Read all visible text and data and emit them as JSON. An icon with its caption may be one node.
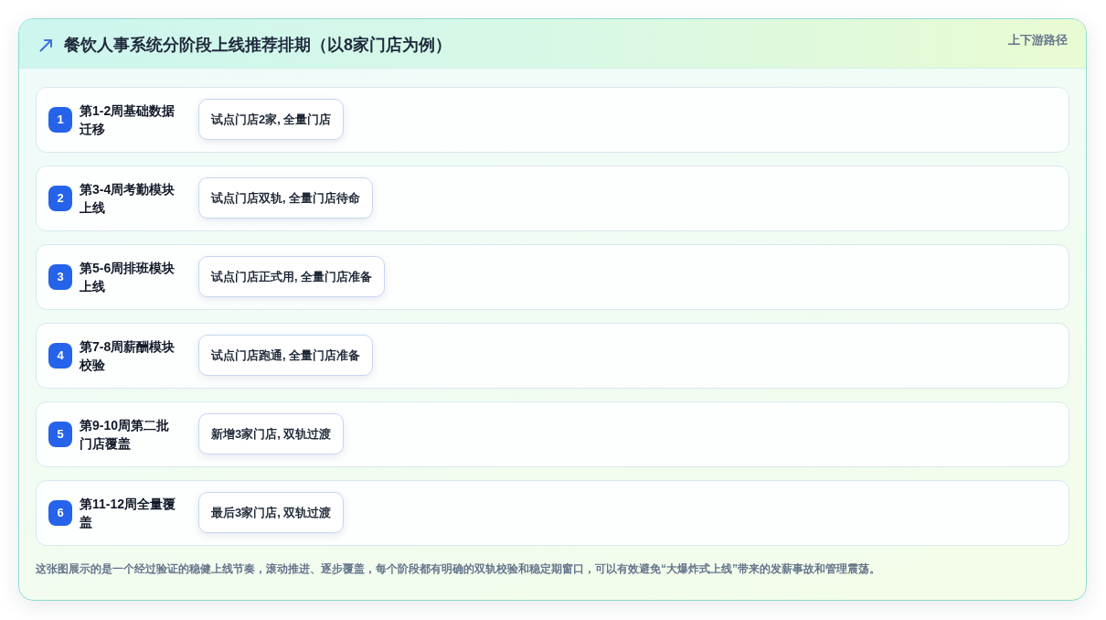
{
  "diagram": {
    "title": "餐饮人事系统分阶段上线推荐排期（以8家门店为例）",
    "nodes": [
      {
        "text": [
          "第1-2周基础数据迁移"
        ]
      },
      {
        "text": [
          "1"
        ],
        "in": 0
      },
      {
        "text": [
          "试点门店2家, 全量门店"
        ],
        "in": 0
      },
      {
        "text": [
          "第3-4周考勤模块上线"
        ]
      },
      {
        "text": [
          "2"
        ],
        "in": 3
      },
      {
        "text": [
          "试点门店双轨, 全量门店待命"
        ],
        "in": 3
      },
      {
        "text": [
          "第5-6周排班模块上线"
        ]
      },
      {
        "text": [
          "3"
        ],
        "in": 6
      },
      {
        "text": [
          "试点门店正式用, 全量门店准备"
        ],
        "in": 6
      },
      {
        "text": [
          "第7-8周薪酬模块校验"
        ]
      },
      {
        "text": [
          "4"
        ],
        "in": 9
      },
      {
        "text": [
          "试点门店跑通, 全量门店准备"
        ],
        "in": 9
      },
      {
        "text": [
          "第9-10周第二批门店覆盖"
        ]
      },
      {
        "text": [
          "5"
        ],
        "in": 12
      },
      {
        "text": [
          "新增3家门店, 双轨过渡"
        ],
        "in": 12
      },
      {
        "text": [
          "第11-12周全量覆盖"
        ]
      },
      {
        "text": [
          "6"
        ],
        "in": 15
      },
      {
        "text": [
          "最后3家门店, 双轨过渡"
        ],
        "in": 15
      }
    ],
    "labels": [
      "上下游路径"
    ],
    "caption": "这张图展示的是一个经过验证的稳健上线节奏，滚动推进、逐步覆盖，每个阶段都有明确的双轨校验和稳定期窗口，可以有效避免“大爆炸式上线”带来的发薪事故和管理震荡。"
  }
}
